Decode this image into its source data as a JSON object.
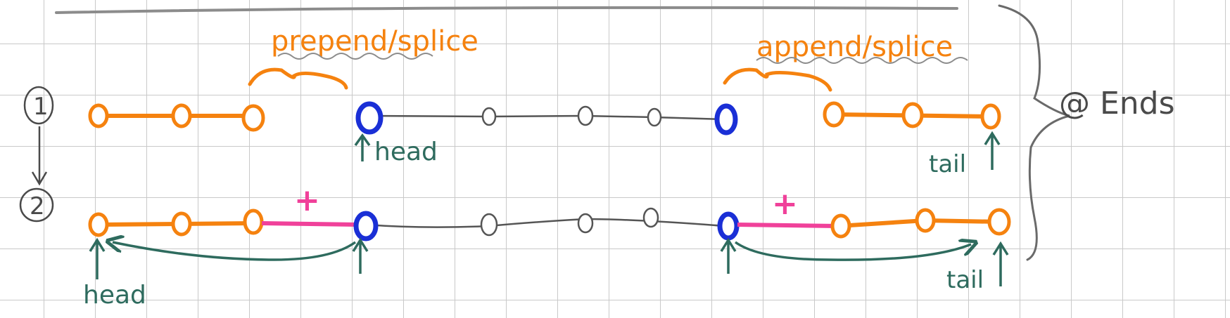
{
  "colors": {
    "orange": "#f5820f",
    "blue": "#1a2fd6",
    "gray": "#555555",
    "pink": "#f0419a",
    "teal": "#2e6b5e",
    "dark": "#4a4a4a"
  },
  "labels": {
    "prepend": "prepend/splice",
    "append": "append/splice",
    "ends": "@ Ends",
    "step1": "1",
    "step2": "2",
    "head": "head",
    "tail": "tail",
    "plus": "+"
  }
}
